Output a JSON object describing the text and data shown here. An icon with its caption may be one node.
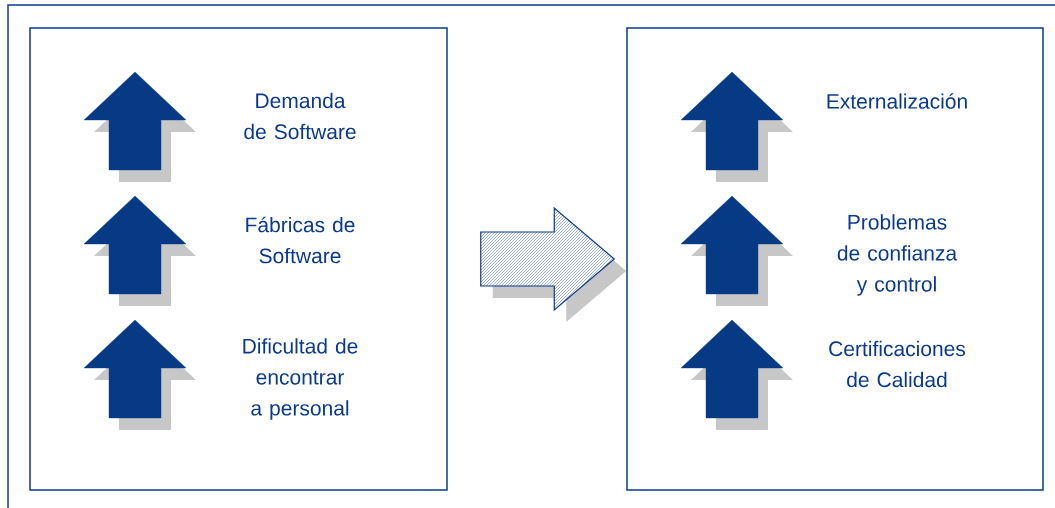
{
  "diagram": {
    "nodes": [
      {
        "text": [],
        "shape": "box"
      },
      {
        "text": [],
        "shape": "box"
      },
      {
        "text": [
          "Demanda de Software"
        ],
        "in": 0
      },
      {
        "text": [
          "Fábricas de Software"
        ],
        "in": 0
      },
      {
        "text": [
          "Dificultad de encontrar a personal"
        ],
        "in": 0
      },
      {
        "text": [
          "Externalización"
        ],
        "in": 1
      },
      {
        "text": [
          "Problemas de confianza y control"
        ],
        "in": 1
      },
      {
        "text": [
          "Certificaciones de Calidad"
        ],
        "in": 1
      }
    ],
    "edges": [
      {
        "from": 0,
        "to": 1,
        "arrow": "to"
      }
    ]
  }
}
